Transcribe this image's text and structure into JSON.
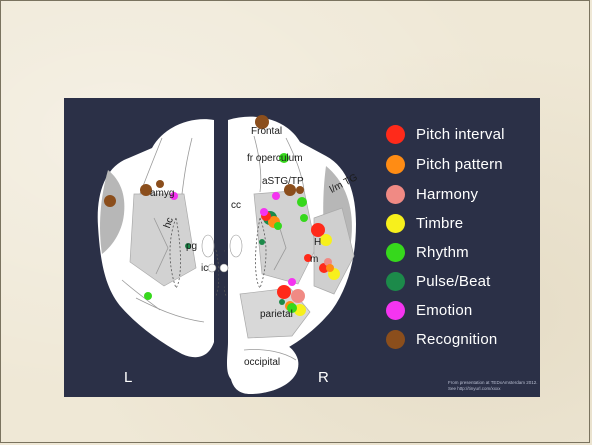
{
  "diagram": {
    "labels": {
      "frontal": "Frontal",
      "fr_operculum": "fr operculum",
      "amyg": "amyg",
      "astg_tp": "aSTG/TP",
      "lm_tg": "l/m TG",
      "cc": "cc",
      "hc": "hc",
      "pg": "pg",
      "ic": "ic",
      "h": "H",
      "m": "m",
      "parietal": "parietal",
      "occipital": "occipital",
      "left": "L",
      "right": "R"
    },
    "credit": "From presentation at TEDxAmsterdam 2012. See http://tinyurl.com/xxxx"
  },
  "legend": {
    "items": [
      {
        "label": "Pitch interval",
        "color": "#ff2a1a"
      },
      {
        "label": "Pitch pattern",
        "color": "#ff8c14"
      },
      {
        "label": "Harmony",
        "color": "#f08a84"
      },
      {
        "label": "Timbre",
        "color": "#f7f01c"
      },
      {
        "label": "Rhythm",
        "color": "#36d81c"
      },
      {
        "label": "Pulse/Beat",
        "color": "#1c8a4a"
      },
      {
        "label": "Emotion",
        "color": "#f434f0"
      },
      {
        "label": "Recognition",
        "color": "#8b4e1c"
      }
    ]
  }
}
